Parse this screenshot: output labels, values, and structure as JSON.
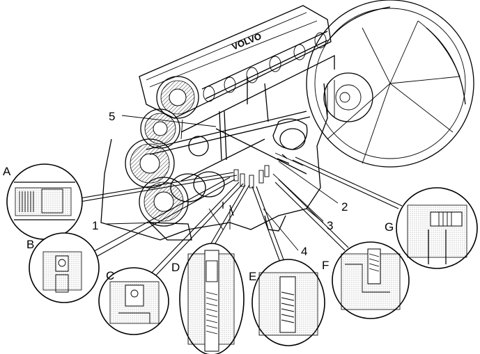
{
  "diagram": {
    "callouts": {
      "n1": "1",
      "n2": "2",
      "n3": "3",
      "n4": "4",
      "n5": "5",
      "A": "A",
      "B": "B",
      "C": "C",
      "D": "D",
      "E": "E",
      "F": "F",
      "G": "G"
    },
    "engine_logo": "VOLVO"
  }
}
